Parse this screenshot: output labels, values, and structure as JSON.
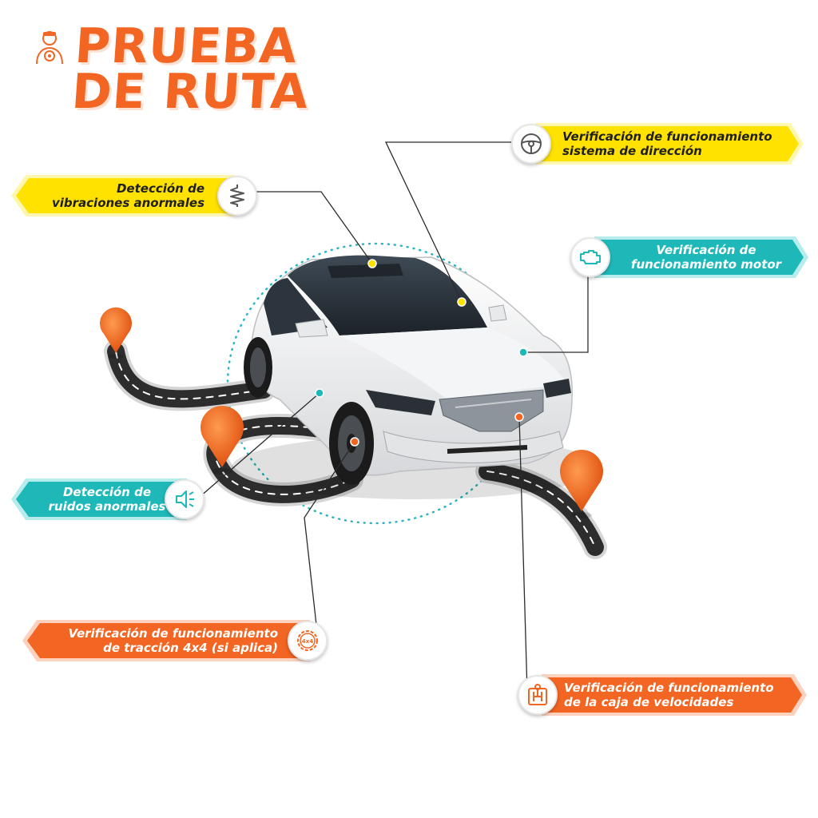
{
  "header": {
    "title_line1": "PRUEBA",
    "title_line2": "DE RUTA",
    "logo_icon": "mechanic-icon"
  },
  "colors": {
    "orange": "#f26522",
    "yellow": "#ffe200",
    "teal": "#1fb8b8"
  },
  "callouts": {
    "steering": {
      "line1": "Verificación de funcionamiento",
      "line2": "sistema de dirección",
      "icon": "steering-wheel-icon"
    },
    "vibrations": {
      "line1": "Detección de",
      "line2": "vibraciones anormales",
      "icon": "spring-icon"
    },
    "engine": {
      "line1": "Verificación de",
      "line2": "funcionamiento motor",
      "icon": "engine-icon"
    },
    "noise": {
      "line1": "Detección de",
      "line2": "ruidos anormales",
      "icon": "speaker-icon"
    },
    "traction": {
      "line1": "Verificación de funcionamiento",
      "line2": "de tracción 4x4 (si aplica)",
      "icon": "gear-4x4-icon",
      "icon_text": "4x4"
    },
    "gearbox": {
      "line1": "Verificación de funcionamiento",
      "line2": "de la caja de velocidades",
      "icon": "gear-shift-icon"
    }
  }
}
